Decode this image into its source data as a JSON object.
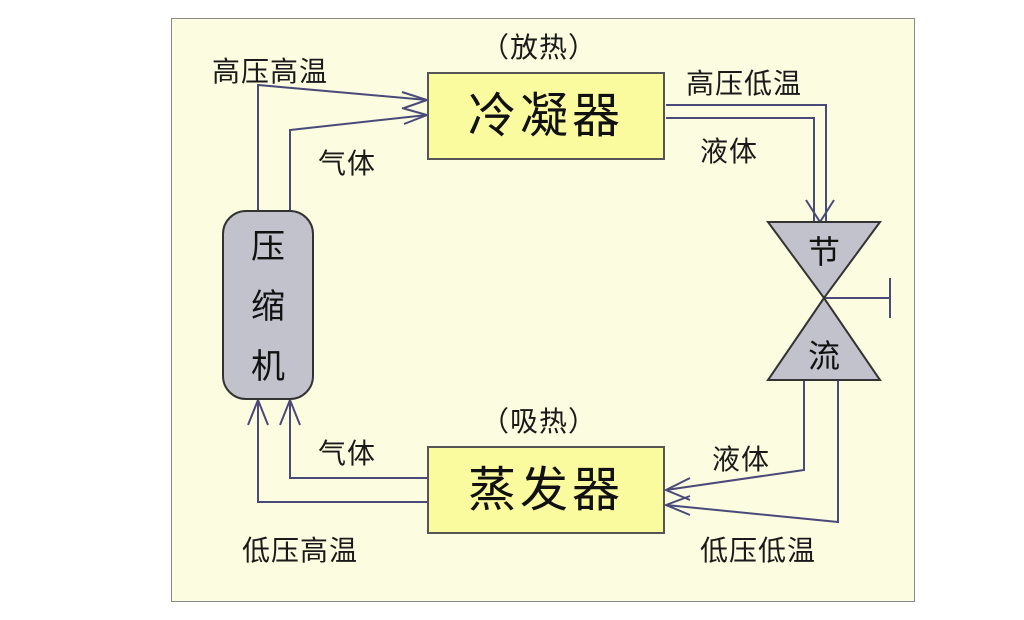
{
  "condenser": {
    "name": "冷凝器",
    "note": "（放热）"
  },
  "evaporator": {
    "name": "蒸发器",
    "note": "（吸热）"
  },
  "compressor": {
    "chars": [
      "压",
      "缩",
      "机"
    ]
  },
  "valve": {
    "top": "节",
    "bottom": "流"
  },
  "labels": {
    "hp_ht": "高压高温",
    "gas_top": "气体",
    "hp_lt": "高压低温",
    "liquid_top": "液体",
    "gas_bottom": "气体",
    "lp_ht": "低压高温",
    "liquid_bottom": "液体",
    "lp_lt": "低压低温"
  }
}
